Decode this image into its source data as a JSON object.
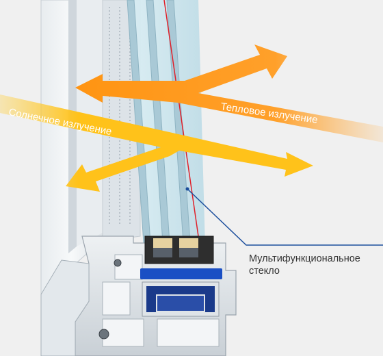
{
  "labels": {
    "solar": "Солнечное излучение",
    "thermal": "Тепловое излучение",
    "callout_line1": "Мультифункциональное",
    "callout_line2": "стекло"
  },
  "colors": {
    "background": "#f0f0f0",
    "solar_arrow": "#ffc21a",
    "thermal_arrow": "#ff9a1a",
    "profile": "#d6dbe0",
    "glass": "#cfe6ee",
    "callout_line": "#1a4d9c",
    "coating_line": "#e0202a",
    "reinforcement": "#1a3a8a"
  },
  "icons": [
    "arrow-icon",
    "screw-icon"
  ]
}
